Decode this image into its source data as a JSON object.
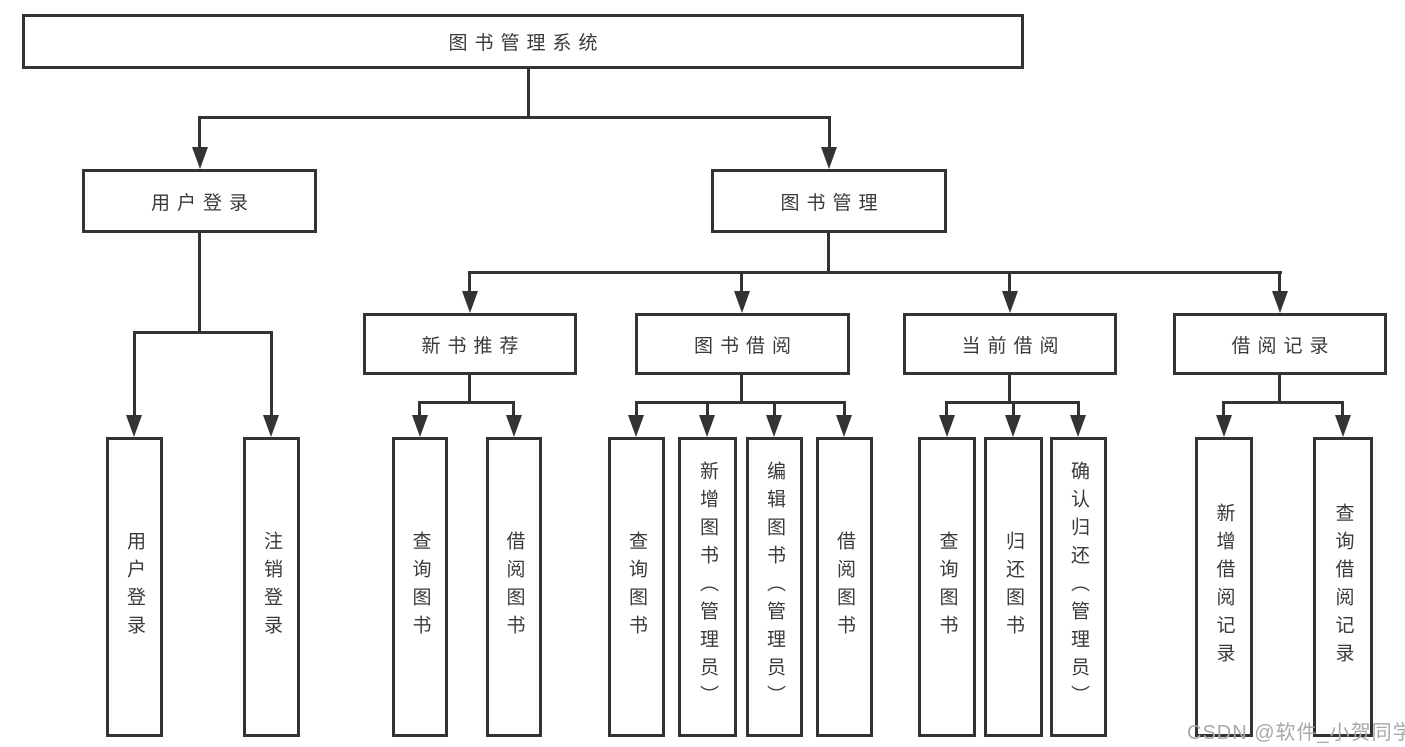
{
  "tree": {
    "label": "图书管理系统",
    "children": [
      {
        "label": "用户登录",
        "children": [
          {
            "label": "用户登录"
          },
          {
            "label": "注销登录"
          }
        ]
      },
      {
        "label": "图书管理",
        "children": [
          {
            "label": "新书推荐",
            "children": [
              {
                "label": "查询图书"
              },
              {
                "label": "借阅图书"
              }
            ]
          },
          {
            "label": "图书借阅",
            "children": [
              {
                "label": "查询图书"
              },
              {
                "label": "新增图书（管理员）"
              },
              {
                "label": "编辑图书（管理员）"
              },
              {
                "label": "借阅图书"
              }
            ]
          },
          {
            "label": "当前借阅",
            "children": [
              {
                "label": "查询图书"
              },
              {
                "label": "归还图书"
              },
              {
                "label": "确认归还（管理员）"
              }
            ]
          },
          {
            "label": "借阅记录",
            "children": [
              {
                "label": "新增借阅记录"
              },
              {
                "label": "查询借阅记录"
              }
            ]
          }
        ]
      }
    ]
  },
  "watermark": {
    "text": "CSDN @软件_小贺同学"
  },
  "colors": {
    "line": "#333333",
    "text": "#3a3a3a",
    "watermark": "#a9a9a9",
    "bg": "#ffffff"
  }
}
